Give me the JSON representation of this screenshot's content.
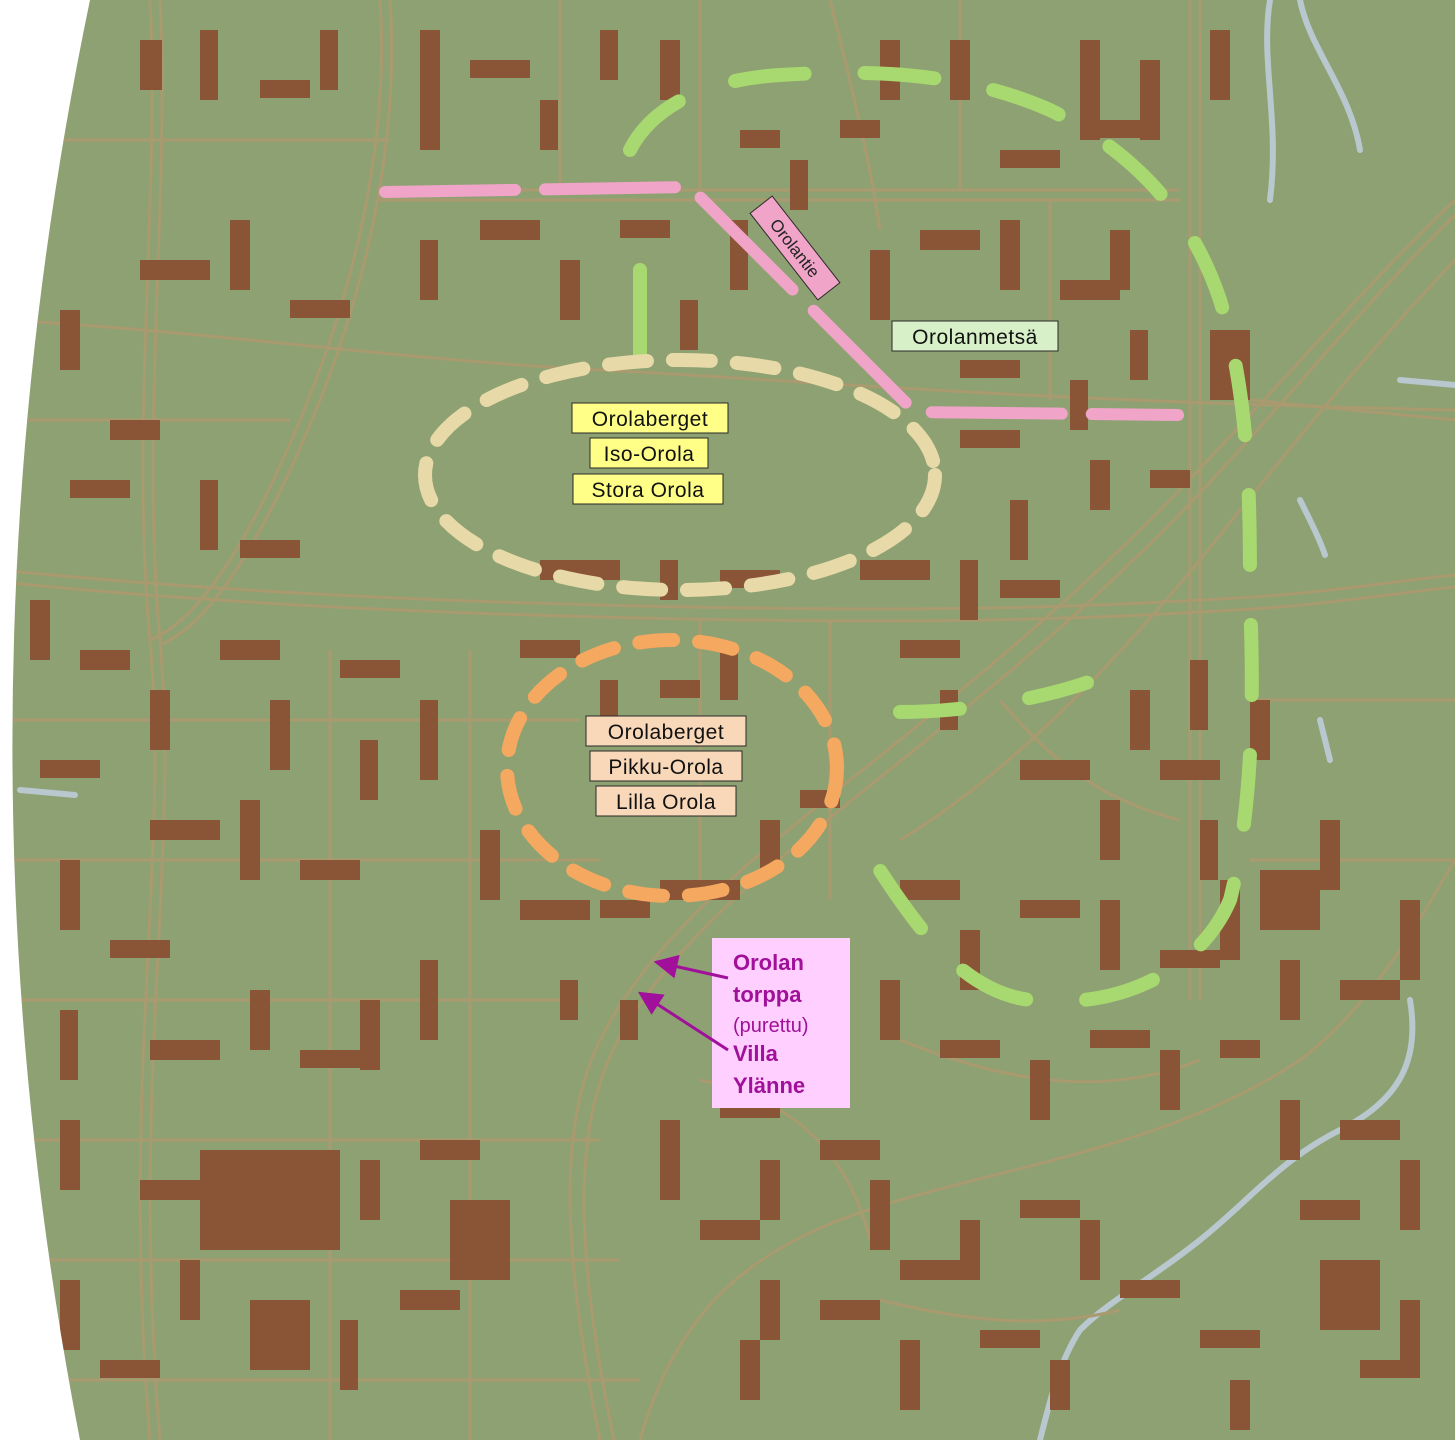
{
  "map": {
    "colors": {
      "land": "#8ea172",
      "road": "#a99a70",
      "building": "#8a5436",
      "water": "#b9c7cf",
      "outline_green": "#a8d870",
      "outline_beige": "#e8d9a8",
      "outline_orange": "#f4a860",
      "road_pink": "#f0a4c8",
      "label_yellow": "#ffff88",
      "label_peach": "#f8d8b8",
      "label_green": "#d8f0c8",
      "callout_bg": "#ffd0ff",
      "callout_text": "#a0109a"
    },
    "labels": {
      "road_name": "Orolantie",
      "forest": "Orolanmetsä",
      "big_hill": {
        "line1": "Orolaberget",
        "line2": "Iso-Orola",
        "line3": "Stora Orola"
      },
      "small_hill": {
        "line1": "Orolaberget",
        "line2": "Pikku-Orola",
        "line3": "Lilla Orola"
      }
    },
    "callout": {
      "line1": "Orolan",
      "line2": "torppa",
      "line3": "(purettu)",
      "line4": "Villa",
      "line5": "Ylänne"
    }
  }
}
